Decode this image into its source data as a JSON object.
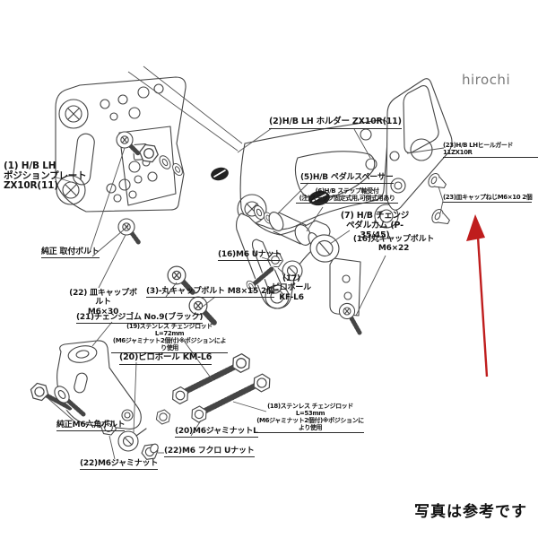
{
  "watermark": "hirochi",
  "footer_note": "写真は参考です",
  "colors": {
    "line": "#454545",
    "label_text": "#151515",
    "arrow_red": "#bf1d1d",
    "watermark_gray": "#7a7a7a",
    "background": "#ffffff"
  },
  "labels": {
    "position_plate": "(1) H/B LH\nポジションプレート\nZX10R(11)",
    "holder": "(2)H/B LH ホルダー ZX10R(11)",
    "pedal_spacer": "(5)H/B ペダルスペーサー",
    "step_bearing": "(6)H/B ステップ軸受付\n(注)ステップ固定式用,可倒式用あり",
    "change_pedal_cam": "(7) H/B チェンジ\nペダルカム (P-35/45)",
    "round_cap_bolt_m6x22": "(16)丸キャップボルト\nM6×22",
    "heel_guard": "(23)H/B LHヒールガード 11ZX10R",
    "flat_cap_screw": "(23)皿キャップねじM6×10 2個",
    "m6_u_nut": "(16)M6 Uナット",
    "pillow_ball_kf": "(17)\nピロボール\nKF-L6",
    "round_cap_bolt_m8x15": "(3)-丸キャップボルト M8×15 2個",
    "flat_cap_bolt_m6x30": "(22) 皿キャップボルト\nM6×30",
    "change_rubber": "(21)チェンジゴム No.9(ブラック)",
    "change_rod_72": "(19)ステンレス チェンジロッド L=72mm\n(M6ジャミナット2個付)※ポジションにより使用",
    "pillow_ball_km": "(20)ピロボール KM-L6",
    "change_rod_53": "(18)ステンレス チェンジロッド L=53mm\n(M6ジャミナット2個付)※ポジションにより使用",
    "m6_jam_nut_l": "(20)M6ジャミナットL",
    "m6_cap_u_nut": "(22)M6 フクロ Uナット",
    "m6_jam_nut": "(22)M6ジャミナット",
    "stock_mount_bolt": "純正 取付ボルト",
    "stock_m6_hex_bolt": "純正M6六角ボルト"
  }
}
